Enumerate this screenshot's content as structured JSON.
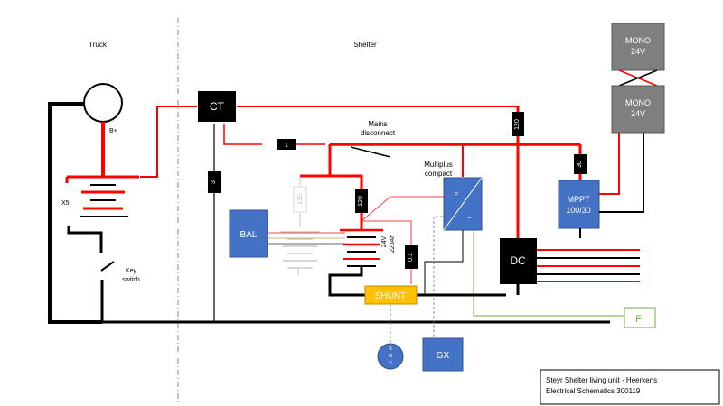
{
  "sections": {
    "truck": "Truck",
    "shelter": "Shelter"
  },
  "labels": {
    "b_plus": "B+",
    "x5": "X5",
    "key_switch_line1": "Key",
    "key_switch_line2": "switch",
    "mains_disconnect_line1": "Mains",
    "mains_disconnect_line2": "disconnect",
    "multiplus_line1": "Multiplus",
    "multiplus_line2": "compact",
    "battery_voltage": "24V",
    "battery_capacity": "220Ah"
  },
  "components": {
    "ct": "CT",
    "bal": "BAL",
    "dc": "DC",
    "mppt_line1": "MPPT",
    "mppt_line2": "100/30",
    "shunt": "SHUNT",
    "gx": "GX",
    "fi": "FI",
    "mono_top_line1": "MONO",
    "mono_top_line2": "24V",
    "mono_bottom_line1": "MONO",
    "mono_bottom_line2": "24V",
    "bmv_letters": [
      "B",
      "M",
      "V"
    ],
    "multiplus_symbols": [
      "=",
      "~"
    ]
  },
  "fuses": {
    "fuse_ct": "3",
    "fuse_mains": "1",
    "fuse_120_top": "120",
    "fuse_120_battery": "120",
    "fuse_120_ghost": "120",
    "fuse_mppt": "30",
    "fuse_shunt": "0.1"
  },
  "title_block": {
    "line1": "Steyr Shelter living unit - Heerkens",
    "line2": "Electrical Schematics 300119"
  },
  "colors": {
    "positive": "#ff0000",
    "negative": "#000000",
    "blue_component": "#4472c4",
    "shunt": "#ffc000",
    "mono_panel": "#7f7f7f",
    "fi_green": "#70ad47"
  }
}
